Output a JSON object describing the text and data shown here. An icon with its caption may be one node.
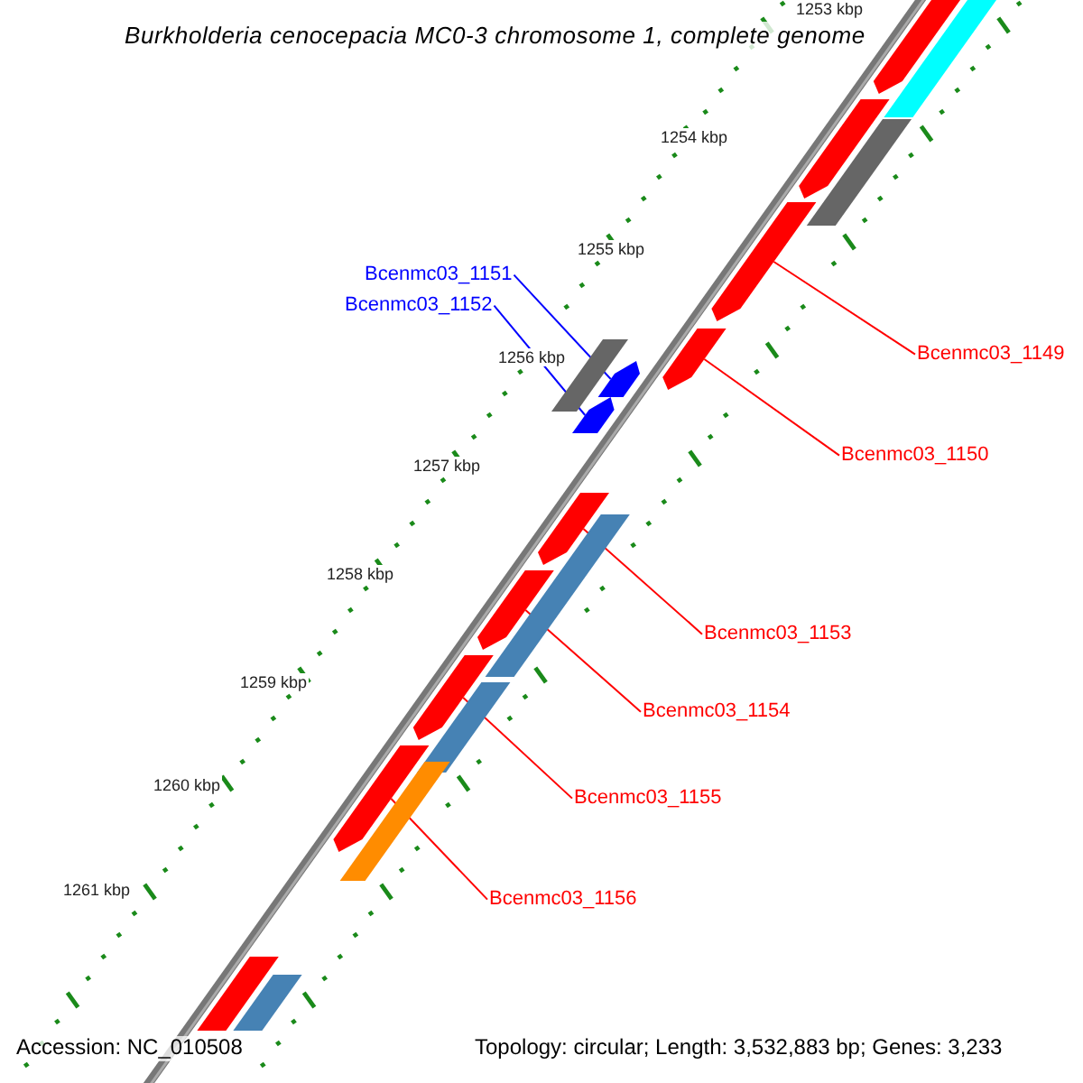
{
  "diagram": {
    "title": "Burkholderia cenocepacia MC0-3 chromosome 1, complete genome",
    "nodes": [
      {
        "text": [
          "Bcenmc03_1151"
        ]
      },
      {
        "text": [],
        "shape": "arrow"
      },
      {
        "text": [
          "Bcenmc03_1152"
        ]
      },
      {
        "text": [],
        "shape": "arrow"
      },
      {
        "text": [
          "Bcenmc03_1149"
        ]
      },
      {
        "text": [],
        "shape": "arrow"
      },
      {
        "text": [
          "Bcenmc03_1150"
        ]
      },
      {
        "text": [],
        "shape": "arrow"
      },
      {
        "text": [
          "Bcenmc03_1153"
        ]
      },
      {
        "text": [],
        "shape": "arrow"
      },
      {
        "text": [
          "Bcenmc03_1154"
        ]
      },
      {
        "text": [],
        "shape": "arrow"
      },
      {
        "text": [
          "Bcenmc03_1155"
        ]
      },
      {
        "text": [],
        "shape": "arrow"
      },
      {
        "text": [
          "Bcenmc03_1156"
        ]
      },
      {
        "text": [],
        "shape": "arrow"
      },
      {
        "text": [],
        "shape": "arrow"
      },
      {
        "text": [],
        "shape": "bar"
      },
      {
        "text": [],
        "shape": "arrow"
      },
      {
        "text": [],
        "shape": "bar"
      },
      {
        "text": [],
        "shape": "bar"
      },
      {
        "text": [],
        "shape": "bar"
      },
      {
        "text": [],
        "shape": "bar"
      },
      {
        "text": [],
        "shape": "bar"
      },
      {
        "text": [],
        "shape": "bar"
      },
      {
        "text": [],
        "shape": "bar"
      }
    ],
    "edges": [
      {
        "from": 0,
        "to": 1,
        "arrow": "none",
        "color": "#0000ff"
      },
      {
        "from": 2,
        "to": 3,
        "arrow": "none",
        "color": "#0000ff"
      },
      {
        "from": 4,
        "to": 5,
        "arrow": "none"
      },
      {
        "from": 6,
        "to": 7,
        "arrow": "none"
      },
      {
        "from": 8,
        "to": 9,
        "arrow": "none"
      },
      {
        "from": 10,
        "to": 11,
        "arrow": "none"
      },
      {
        "from": 12,
        "to": 13,
        "arrow": "none"
      },
      {
        "from": 14,
        "to": 15,
        "arrow": "none"
      }
    ],
    "labels": [
      "1253 kbp",
      "1254 kbp",
      "1255 kbp",
      "1256 kbp",
      "1257 kbp",
      "1258 kbp",
      "1259 kbp",
      "1260 kbp",
      "1261 kbp",
      "Accession: NC_010508",
      "Topology: circular; Length: 3,532,883 bp; Genes: 3,233"
    ]
  }
}
